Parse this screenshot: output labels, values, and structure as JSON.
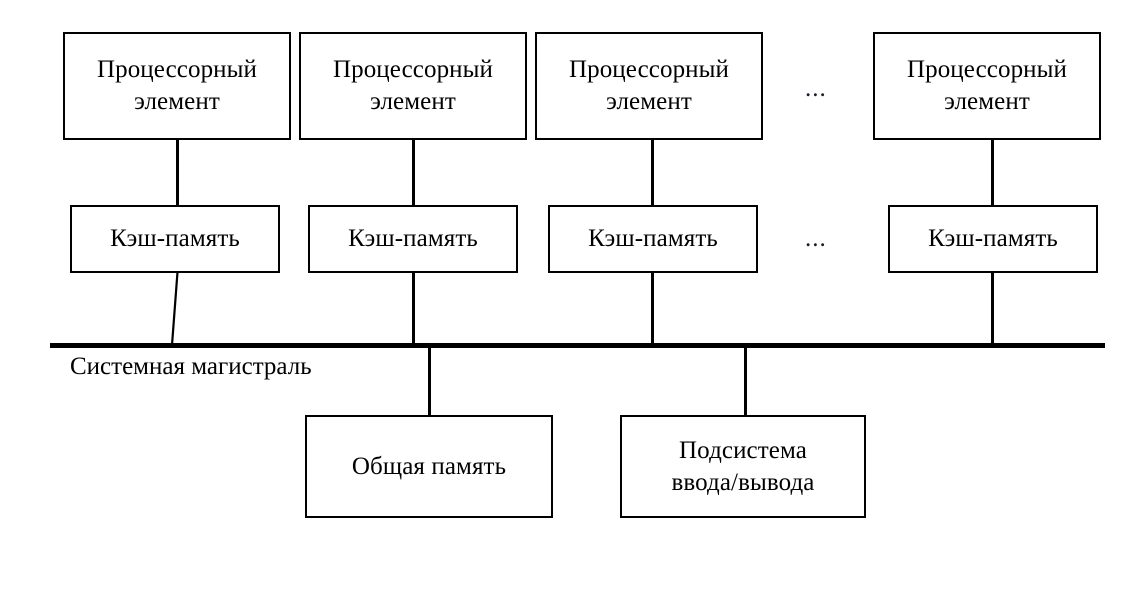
{
  "diagram": {
    "title_text": "",
    "stroke_color": "#000000",
    "background_color": "#ffffff",
    "processing_elements": [
      {
        "label": "Процессорный\nэлемент"
      },
      {
        "label": "Процессорный\nэлемент"
      },
      {
        "label": "Процессорный\nэлемент"
      },
      {
        "label": "Процессорный\nэлемент"
      }
    ],
    "caches": [
      {
        "label": "Кэш-память"
      },
      {
        "label": "Кэш-память"
      },
      {
        "label": "Кэш-память"
      },
      {
        "label": "Кэш-память"
      }
    ],
    "ellipsis_top": "...",
    "ellipsis_cache": "...",
    "bus_label": "Системная магистраль",
    "bottom_nodes": [
      {
        "label": "Общая память"
      },
      {
        "label": "Подсистема\nввода/вывода"
      }
    ]
  }
}
